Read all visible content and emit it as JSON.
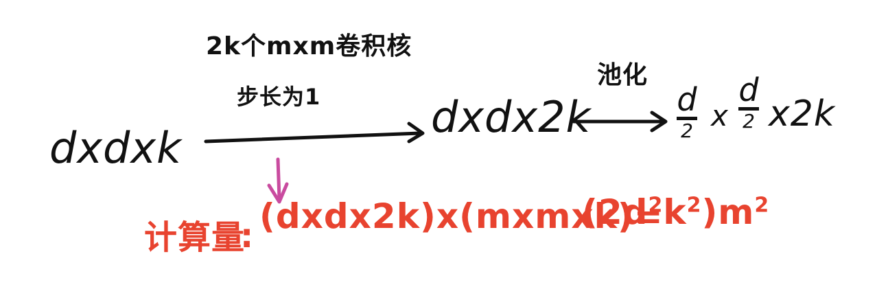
{
  "diagram": {
    "input_shape": "dxdxk",
    "conv_label_line1": "2k个mxm卷积核",
    "conv_label_line2": "步长为1",
    "mid_shape": "dxdx2k",
    "pool_label": "池化",
    "output_frac1_num": "d",
    "output_frac1_den": "2",
    "output_times": "x",
    "output_frac2_num": "d",
    "output_frac2_den": "2",
    "output_tail": "x2k",
    "compute_label": "计算量",
    "compute_colon": ":",
    "compute_expr": "(dxdx2k)x(mxmxk)=",
    "compute_result_prefix": "(2d",
    "compute_result_sup1": "2",
    "compute_result_mid": "k",
    "compute_result_sup2": "2",
    "compute_result_close": ")m",
    "compute_result_sup3": "2",
    "colors": {
      "ink": "#111111",
      "red": "#e8432f",
      "magenta": "#c94b9f"
    }
  }
}
